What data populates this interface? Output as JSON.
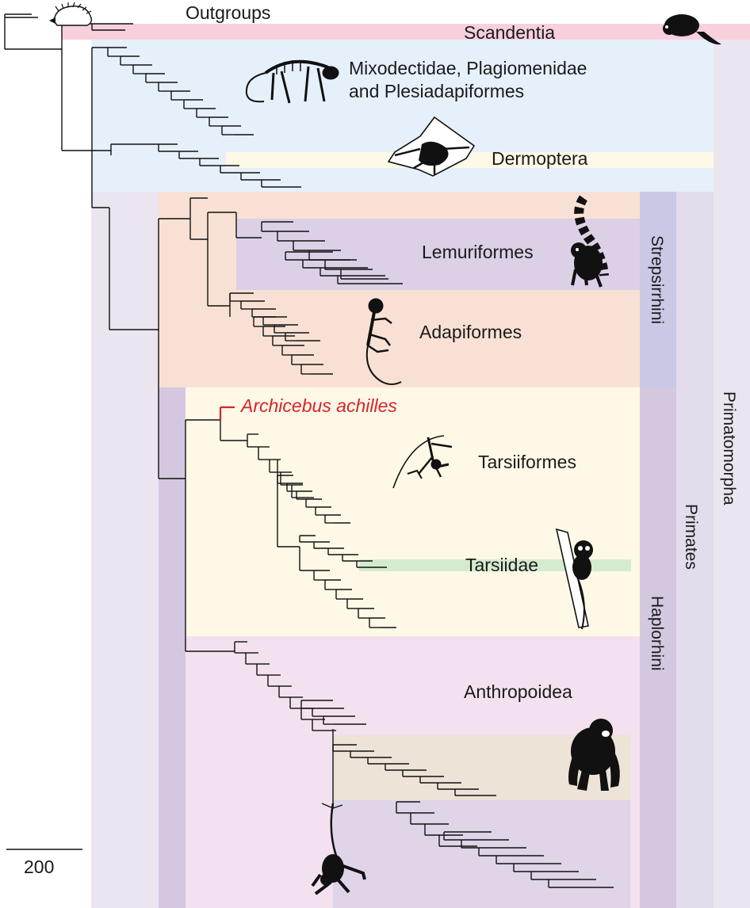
{
  "colors": {
    "primatomorpha": "#ebe5f0",
    "primates": "#e3dcec",
    "haplorhini_bar": "#d4c8e0",
    "strepsirrhini_bar": "#c9c9e5",
    "scandentia": "#f7d0dc",
    "stem_blue": "#e6f0fa",
    "strepsirrhini_panel": "#f8e1d4",
    "lemuriformes": "#dcd0e7",
    "tarsiiformes": "#fdf9e6",
    "tarsiidae": "#d5ebcf",
    "anthropoidea": "#f3e1ef",
    "catarrhini": "#ede3d6",
    "platyrrhini": "#dfd4e8",
    "archicebus": "#d8232a"
  },
  "labels": {
    "outgroups": "Outgroups",
    "scandentia": "Scandentia",
    "mixodectidae_line1": "Mixodectidae, Plagiomenidae",
    "mixodectidae_line2": "and Plesiadapiformes",
    "dermoptera": "Dermoptera",
    "lemuriformes": "Lemuriformes",
    "adapiformes": "Adapiformes",
    "archicebus": "Archicebus achilles",
    "tarsiiformes": "Tarsiiformes",
    "tarsiidae": "Tarsiidae",
    "anthropoidea": "Anthropoidea",
    "strepsirrhini": "Strepsirrhini",
    "haplorhini": "Haplorhini",
    "primates": "Primates",
    "primatomorpha": "Primatomorpha"
  },
  "scale_bar": {
    "value": "200"
  },
  "silhouettes": [
    "hedgehog-icon",
    "treeshrew-icon",
    "plesiadapiform-skeleton-icon",
    "colugo-icon",
    "ring-tailed-lemur-icon",
    "adapiform-skeleton-icon",
    "archicebus-skeleton-icon",
    "tarsier-icon",
    "chimpanzee-icon",
    "spider-monkey-icon"
  ]
}
